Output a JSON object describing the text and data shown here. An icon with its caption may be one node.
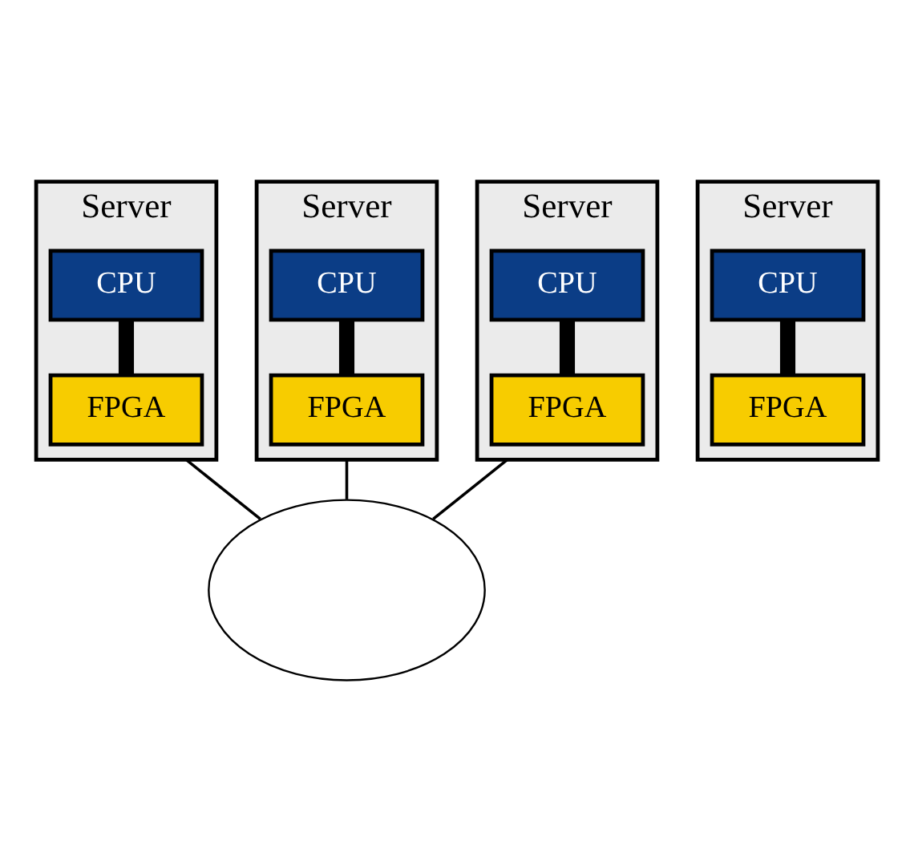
{
  "diagram": {
    "nodes": [
      {
        "text": [
          "Server"
        ]
      },
      {
        "text": [
          "CPU"
        ],
        "in": 0
      },
      {
        "text": [
          "FPGA"
        ],
        "in": 0
      },
      {
        "text": [
          "Server"
        ]
      },
      {
        "text": [
          "CPU"
        ],
        "in": 3
      },
      {
        "text": [
          "FPGA"
        ],
        "in": 3
      },
      {
        "text": [
          "Server"
        ]
      },
      {
        "text": [
          "CPU"
        ],
        "in": 6
      },
      {
        "text": [
          "FPGA"
        ],
        "in": 6
      },
      {
        "text": [],
        "shape": "cloud"
      },
      {
        "text": [
          "Server"
        ]
      },
      {
        "text": [
          "CPU"
        ],
        "in": 10
      },
      {
        "text": [
          "FPGA"
        ],
        "in": 10
      }
    ],
    "edges": [
      {
        "from": 1,
        "to": 2,
        "arrow": "none"
      },
      {
        "from": 4,
        "to": 5,
        "arrow": "none"
      },
      {
        "from": 7,
        "to": 8,
        "arrow": "none"
      },
      {
        "from": 11,
        "to": 12,
        "arrow": "none"
      },
      {
        "from": 0,
        "to": 9,
        "arrow": "none"
      },
      {
        "from": 6,
        "to": 9,
        "arrow": "none"
      },
      {
        "from": 10,
        "to": 9,
        "arrow": "none"
      }
    ]
  }
}
